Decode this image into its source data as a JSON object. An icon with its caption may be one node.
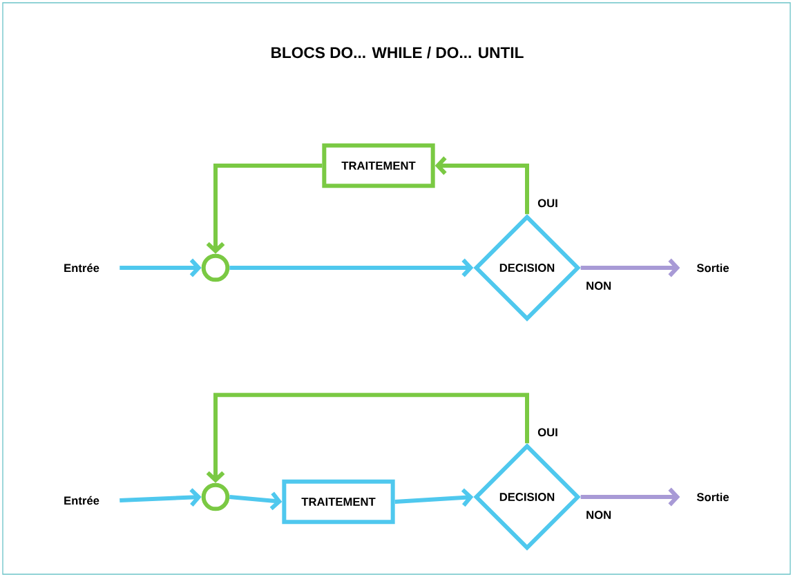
{
  "diagram": {
    "title": "BLOCS DO... WHILE / DO... UNTIL",
    "nodes": [
      {
        "text": [
          "Entrée"
        ]
      },
      {
        "text": [],
        "shape": "circle"
      },
      {
        "text": [
          "TRAITEMENT"
        ]
      },
      {
        "text": [
          "DECISION"
        ]
      },
      {
        "text": [
          "Sortie"
        ]
      },
      {
        "text": [
          "Entrée"
        ]
      },
      {
        "text": [],
        "shape": "circle"
      },
      {
        "text": [
          "TRAITEMENT"
        ]
      },
      {
        "text": [
          "DECISION"
        ]
      },
      {
        "text": [
          "Sortie"
        ]
      }
    ],
    "edges": [
      {
        "from": 0,
        "to": 1,
        "arrow": "to"
      },
      {
        "from": 1,
        "to": 3,
        "arrow": "to"
      },
      {
        "from": 3,
        "to": 2,
        "arrow": "to",
        "label": "OUI",
        "color": "#7ac943"
      },
      {
        "from": 2,
        "to": 1,
        "arrow": "to",
        "color": "#7ac943"
      },
      {
        "from": 3,
        "to": 4,
        "arrow": "to",
        "label": "NON",
        "color": "#a89ad6"
      },
      {
        "from": 5,
        "to": 6,
        "arrow": "to"
      },
      {
        "from": 6,
        "to": 7,
        "arrow": "to"
      },
      {
        "from": 7,
        "to": 8,
        "arrow": "to"
      },
      {
        "from": 8,
        "to": 6,
        "arrow": "to",
        "label": "OUI",
        "color": "#7ac943"
      },
      {
        "from": 8,
        "to": 9,
        "arrow": "to",
        "label": "NON",
        "color": "#a89ad6"
      }
    ]
  }
}
